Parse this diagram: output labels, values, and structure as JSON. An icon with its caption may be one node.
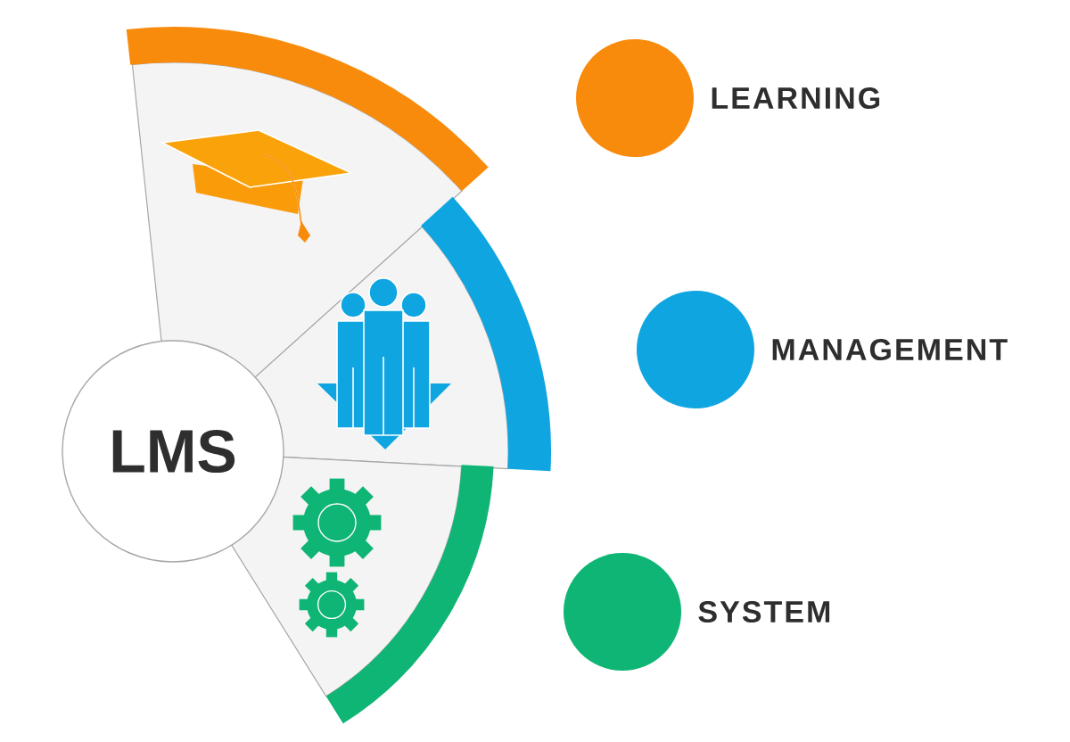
{
  "diagram": {
    "nodes": [
      {
        "text": [
          "LMS"
        ]
      }
    ],
    "legend": [
      {
        "text": "LEARNING",
        "color": "#f98b0c"
      },
      {
        "text": "MANAGEMENT",
        "color": "#0ea5e1"
      },
      {
        "text": "SYSTEM",
        "color": "#0fb574"
      }
    ]
  }
}
